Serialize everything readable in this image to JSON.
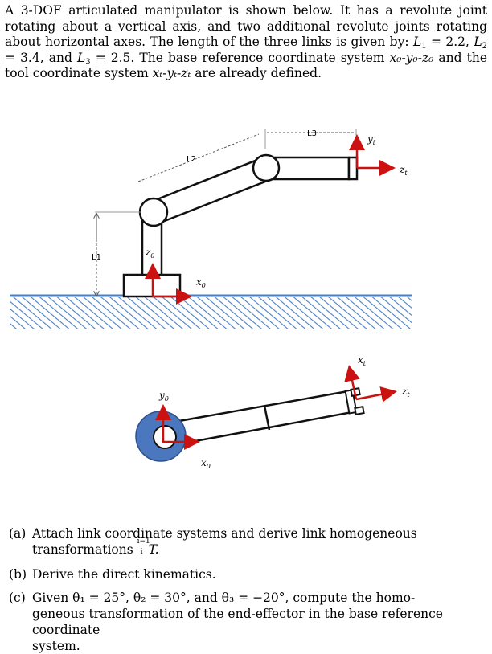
{
  "intro": {
    "p1": "A 3-DOF articulated manipulator is shown below. It has a revolute joint rotating about a vertical axis, and two additional revolute joints rotating about horizontal axes. The length of the three links is given by: ",
    "L1": "L",
    "L1_sub": "1",
    "L1_val": " = 2.2, ",
    "L2": "L",
    "L2_sub": "2",
    "L2_val": " = 3.4, and ",
    "L3": "L",
    "L3_sub": "3",
    "L3_val": " = 2.5.",
    "p2": " The base reference coordinate system ",
    "base_frame": "x₀-y₀-z₀",
    "p3": " and the tool coordinate system ",
    "tool_frame": "xₜ-yₜ-zₜ",
    "p4": " are already defined."
  },
  "figure": {
    "side_labels": {
      "L1": "L1",
      "L2": "L2",
      "L3": "L3",
      "z0": "z",
      "z0_sub": "0",
      "x0": "x",
      "x0_sub": "0",
      "yt": "y",
      "yt_sub": "t",
      "zt": "z",
      "zt_sub": "t"
    },
    "top_labels": {
      "y0": "y",
      "y0_sub": "0",
      "x0": "x",
      "x0_sub": "0",
      "xt": "x",
      "xt_sub": "t",
      "zt": "z",
      "zt_sub": "t"
    },
    "colors": {
      "link": "#1a1a1a",
      "ground": "#4a7fc1",
      "arrow_red": "#cc1111",
      "base_blue": "#4a77bd"
    }
  },
  "questions": [
    {
      "tag": "(a)",
      "line1": "Attach link coordinate systems and derive link homogeneous",
      "line2_pre": "transformations ",
      "line2_math": "T.",
      "sup": "i−1",
      "sub": "i"
    },
    {
      "tag": "(b)",
      "line1": "Derive the direct kinematics."
    },
    {
      "tag": "(c)",
      "line1": "Given θ₁ = 25°, θ₂ = 30°, and θ₃ = −20°, compute the homo-",
      "line2": "geneous transformation of the end-effector in the base reference coordinate",
      "line3": "system."
    }
  ]
}
